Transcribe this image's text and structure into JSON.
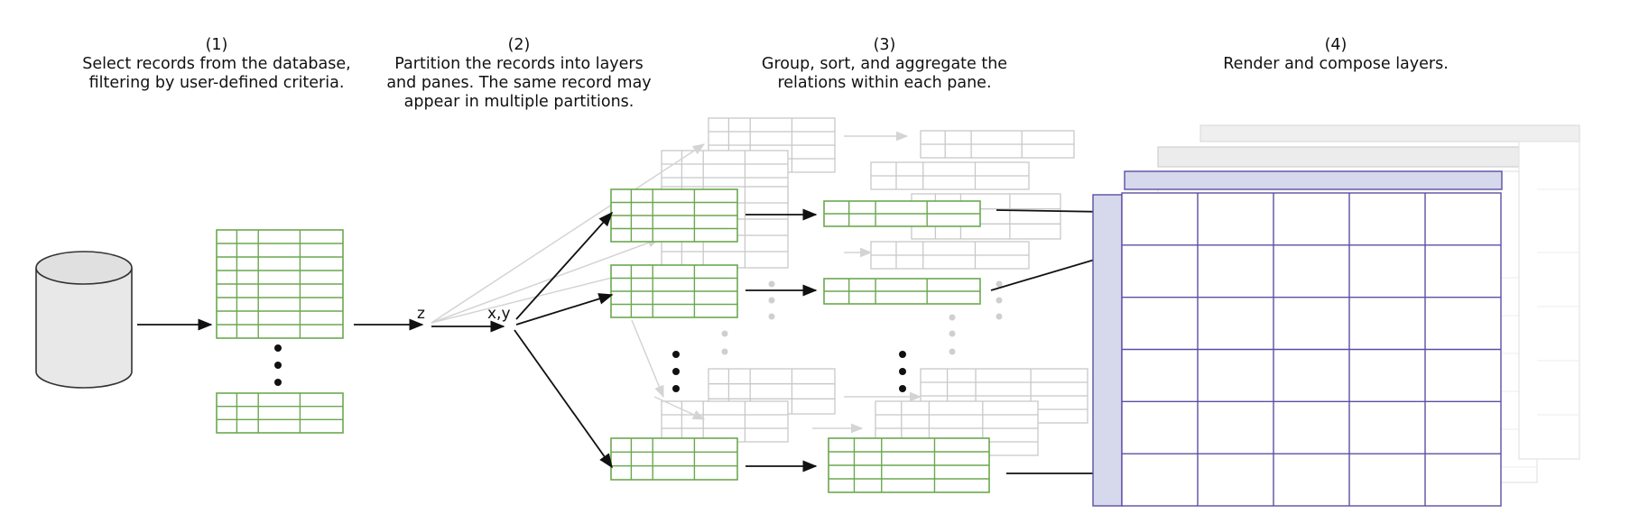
{
  "steps": [
    {
      "number": "(1)",
      "lines": [
        "Select records from the database,",
        "filtering by user-defined criteria."
      ]
    },
    {
      "number": "(2)",
      "lines": [
        "Partition the records into layers",
        "and panes. The same record may",
        "appear in multiple partitions."
      ]
    },
    {
      "number": "(3)",
      "lines": [
        "Group, sort, and aggregate the",
        "relations within each pane."
      ]
    },
    {
      "number": "(4)",
      "lines": [
        "Render and compose layers."
      ]
    }
  ],
  "labels": {
    "z": "z",
    "xy": "x,y"
  },
  "colors": {
    "green": "#6aa84f",
    "gray": "#c8c8c8",
    "purple": "#5a4fa3",
    "purple_fill": "#d6d8ec",
    "arrow": "#111111"
  }
}
